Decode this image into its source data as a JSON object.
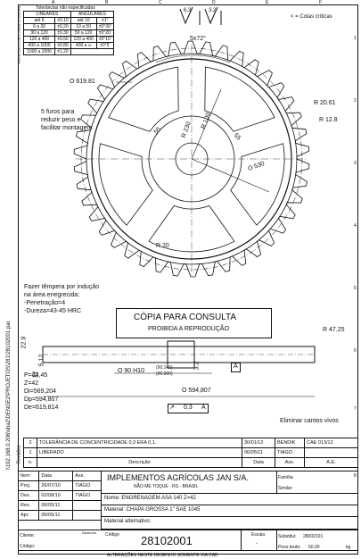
{
  "side_text": "\\\\192.168.0.206\\sha2\\DENGE2\\PROJETOS\\281\\28102001.par",
  "columns": [
    "A",
    "B",
    "C",
    "D",
    "E",
    "F"
  ],
  "rows": [
    "1",
    "2",
    "3",
    "4",
    "5",
    "6",
    "7",
    "8"
  ],
  "tolerance_table": {
    "title": "Tolerâncias não especificadas",
    "side_label": "Norma ISO 2768-1 classe m (média)",
    "linear_header": "LINEARES",
    "angular_header": "ANGULARES",
    "linear": [
      [
        "até 6",
        "±0.10"
      ],
      [
        "6 a 30",
        "±0.20"
      ],
      [
        "30 a 120",
        "±0.30"
      ],
      [
        "120 a 400",
        "±0.50"
      ],
      [
        "400 a 1000",
        "±0.80"
      ],
      [
        "1000 a 2000",
        "±1.20"
      ]
    ],
    "angular": [
      [
        "até 10",
        "±1°"
      ],
      [
        "10 a 50",
        "±0°30'"
      ],
      [
        "50 a 120",
        "±0°20'"
      ],
      [
        "120 a 400",
        "±0°10'"
      ],
      [
        "400 a ∞",
        "±0°5'"
      ]
    ]
  },
  "surface_finish": [
    "6.3",
    "3.2"
  ],
  "critical_note": "< = Cotas críticas",
  "labels": {
    "angle": "5x72°",
    "r_outer": "O 619.81",
    "r_20_61": "R 20.61",
    "r_12_8": "R 12.8",
    "holes_note": [
      "5 furos para",
      "reduzir peso e",
      "facilitar montagem."
    ],
    "d55a": "55",
    "d55b": "55",
    "r230": "R 230",
    "r100": "R 100",
    "o530": "O 530",
    "r20": "R 20",
    "hardening": [
      "Fazer têmpera por indução",
      "na área enegrecida:",
      "-Penetração=4",
      "-Dureza=43-45 HRC"
    ],
    "copy_title": "CÓPIA PARA CONSULTA",
    "copy_sub": "PROIBIDA A REPRODUÇÃO",
    "r47": "R 47.25",
    "h22_9": "22.9",
    "h5_12": "5.12",
    "h12": "12",
    "bore": "O 90 H10",
    "bore_tol_up": "(90.140)",
    "bore_tol_dn": "(90.000)",
    "bore_depth": "3.2",
    "ref_a": "A",
    "o594": "O 594,807",
    "runout_val": "0.3",
    "runout_ref": "A",
    "break_edges": "Eliminar cantos vivos"
  },
  "gear_specs": [
    "P=44,45",
    "Z=42",
    "Di=569,204",
    "Dp=594,807",
    "De=619,814"
  ],
  "revisions": [
    {
      "n": "2",
      "desc": "TOLERÂNCIA DE CONCENTRICIDADE 0,3 ERA 0,1.",
      "date": "30/01/12",
      "by": "BENDIK",
      "ae": "CAE 013/12"
    },
    {
      "n": "1",
      "desc": "LIBERADO",
      "date": "06/05/11",
      "by": "TIAGO",
      "ae": ""
    }
  ],
  "revisions_side": "Revisões",
  "rev_headers": {
    "n": "n.",
    "desc": "Descrição",
    "date": "Data",
    "by": "Ass.",
    "ae": "A.E."
  },
  "title_block": {
    "h_item": "Item",
    "h_data": "Data",
    "h_ass": "Ass.",
    "rows": [
      {
        "item": "Proj.",
        "data": "26/07/10",
        "ass": "TIAGO"
      },
      {
        "item": "Des.",
        "data": "02/08/10",
        "ass": "TIAGO"
      },
      {
        "item": "Rev.",
        "data": "06/05/11",
        "ass": ""
      },
      {
        "item": "Apr.",
        "data": "06/05/11",
        "ass": ""
      }
    ],
    "company": "IMPLEMENTOS AGRÍCOLAS JAN S/A.",
    "city": "NÃO ME TOQUE - RS - BRASIL",
    "family": "Família:",
    "similar": "Similar:",
    "name": "Nome: ENGRENAGEM ASA 140 Z=42",
    "material": "Material: CHAPA GROSSA 1\" SAE 1045",
    "material_alt": "Material alternativo:",
    "cliente": "Cliente:",
    "codigo_label": "Código:",
    "desenho": "Desenho",
    "codigo_small": "Código",
    "code": "28102001",
    "escala_label": "Escala",
    "escala": "-",
    "substitui": "Substitui:",
    "substitui_val": "28002101",
    "peso_label": "Peso bruto:",
    "peso": "60.00",
    "peso_unit": "kg",
    "footer": "ALTERAÇÕES NESTE DESENHO SOMENTE VIA CAD"
  }
}
